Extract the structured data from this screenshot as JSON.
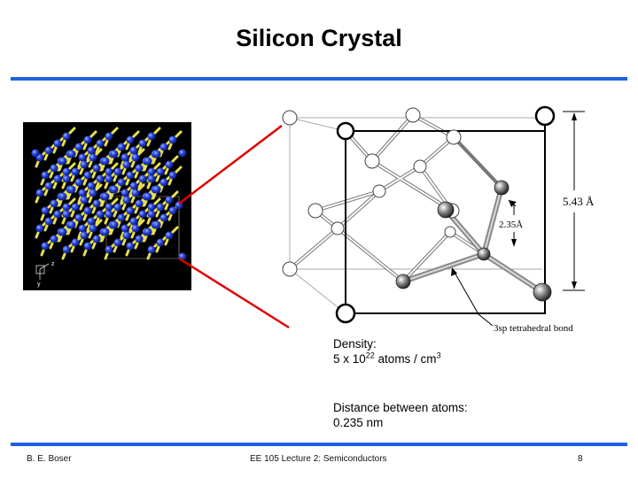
{
  "slide": {
    "title": "Silicon Crystal",
    "density_label": "Density:",
    "density_base": "5 x 10",
    "density_exp": "22",
    "density_unit": " atoms / cm",
    "density_unit_exp": "3",
    "distance_label": "Distance between atoms:",
    "distance_value": "0.235 nm"
  },
  "figure": {
    "cube_edge_label": "5.43 Å",
    "bond_length_label": "2.35Å",
    "bond_caption": "3sp tetrahedral bond",
    "axis_z": "z",
    "axis_y": "y"
  },
  "footer": {
    "author": "B. E. Boser",
    "course": "EE 105 Lecture 2: Semiconductors",
    "page": "8"
  },
  "colors": {
    "accent_rule": "#1f5fe0",
    "zoom_line": "#e00000",
    "atom_blue": "#1f3fd8",
    "bond_yellow": "#e8e050"
  }
}
